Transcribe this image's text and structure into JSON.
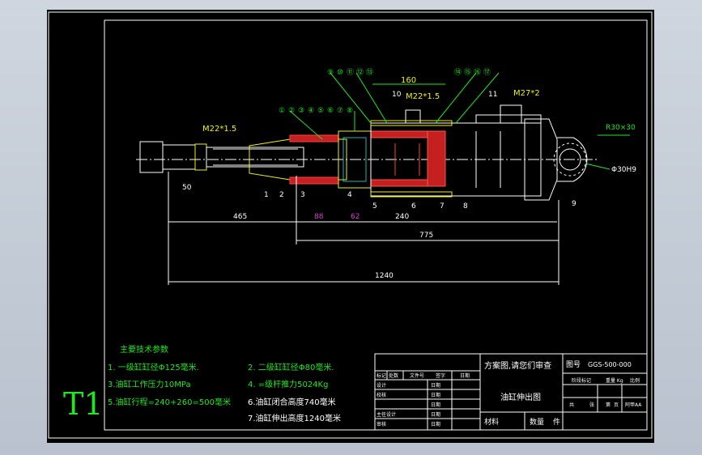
{
  "sheet_label": "T1",
  "leaders": {
    "upper_mid": [
      "⑨",
      "⑩",
      "⑪",
      "⑫",
      "⑬"
    ],
    "upper_right": [
      "⑭",
      "⑮",
      "⑯",
      "⑰"
    ],
    "left_group": [
      "①",
      "②",
      "③",
      "④",
      "⑤",
      "⑥",
      "⑦",
      "⑧"
    ],
    "lower": [
      "1",
      "2",
      "3",
      "4",
      "5",
      "6",
      "7",
      "8",
      "9"
    ],
    "upper_10": "10",
    "upper_11": "11"
  },
  "dims": {
    "d160": "160",
    "m22_top": "M22*1.5",
    "m27": "M27*2",
    "m22_left": "M22*1.5",
    "d50": "50",
    "d465": "465",
    "d88": "88",
    "d62": "62",
    "d240": "240",
    "d775": "775",
    "d1240": "1240",
    "phi30": "Φ30H9",
    "r_label": "R30×30"
  },
  "tech": {
    "title": "主要技术参数",
    "items": [
      "1.  一级缸缸径Φ125毫米.",
      "2. 二级缸缸径Φ80毫米.",
      "3.油缸工作压力10MPa",
      "4. =级杆推力5024Kg",
      "5.油缸行程=240+260=500毫米",
      "6.油缸闭合高度740毫米",
      "7.油缸伸出高度1240毫米"
    ]
  },
  "title_block": {
    "scheme": "方案图,请您们审查",
    "drawing_no_label": "图号",
    "drawing_no": "GGS-500-000",
    "drawing_name": "油缸伸出图",
    "material_label": "材料",
    "quantity_label": "数量",
    "piece_label": "件",
    "stage_mark": "阶段标记",
    "weight": "重量 Kg",
    "scale": "比例",
    "total": "共",
    "sheets": "张",
    "page": "第",
    "page_unit": "页",
    "format": "阿甲AA",
    "rev_cols": [
      "标记",
      "处数",
      "文件号",
      "签字",
      "日期"
    ],
    "roles": [
      "设计",
      "校核",
      "主任设计",
      "审核"
    ],
    "date_label": "日期"
  }
}
